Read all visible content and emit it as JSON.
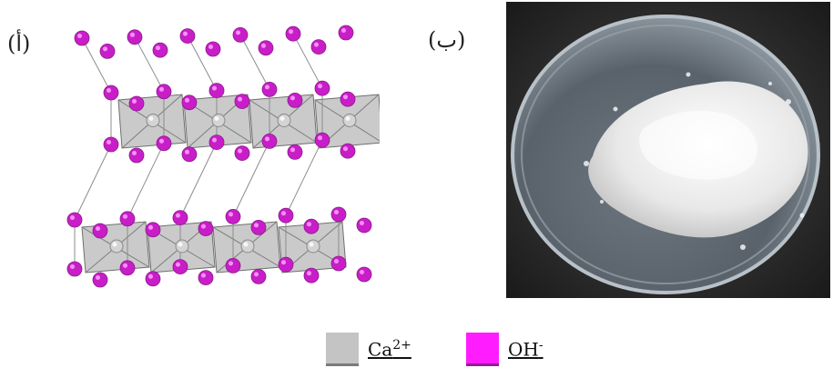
{
  "panel_labels": {
    "a": "(أ)",
    "b": "(ب)"
  },
  "legend": {
    "ca": {
      "base": "Ca",
      "sup": "2+"
    },
    "oh": {
      "base": "OH",
      "sup": "-"
    }
  },
  "colors": {
    "oh_atom": "#c81ec8",
    "ca_atom": "#d4d4d4",
    "octahedron": "#9e9e9e",
    "dish_background": "#2a2a2a",
    "powder": "#efefef"
  }
}
